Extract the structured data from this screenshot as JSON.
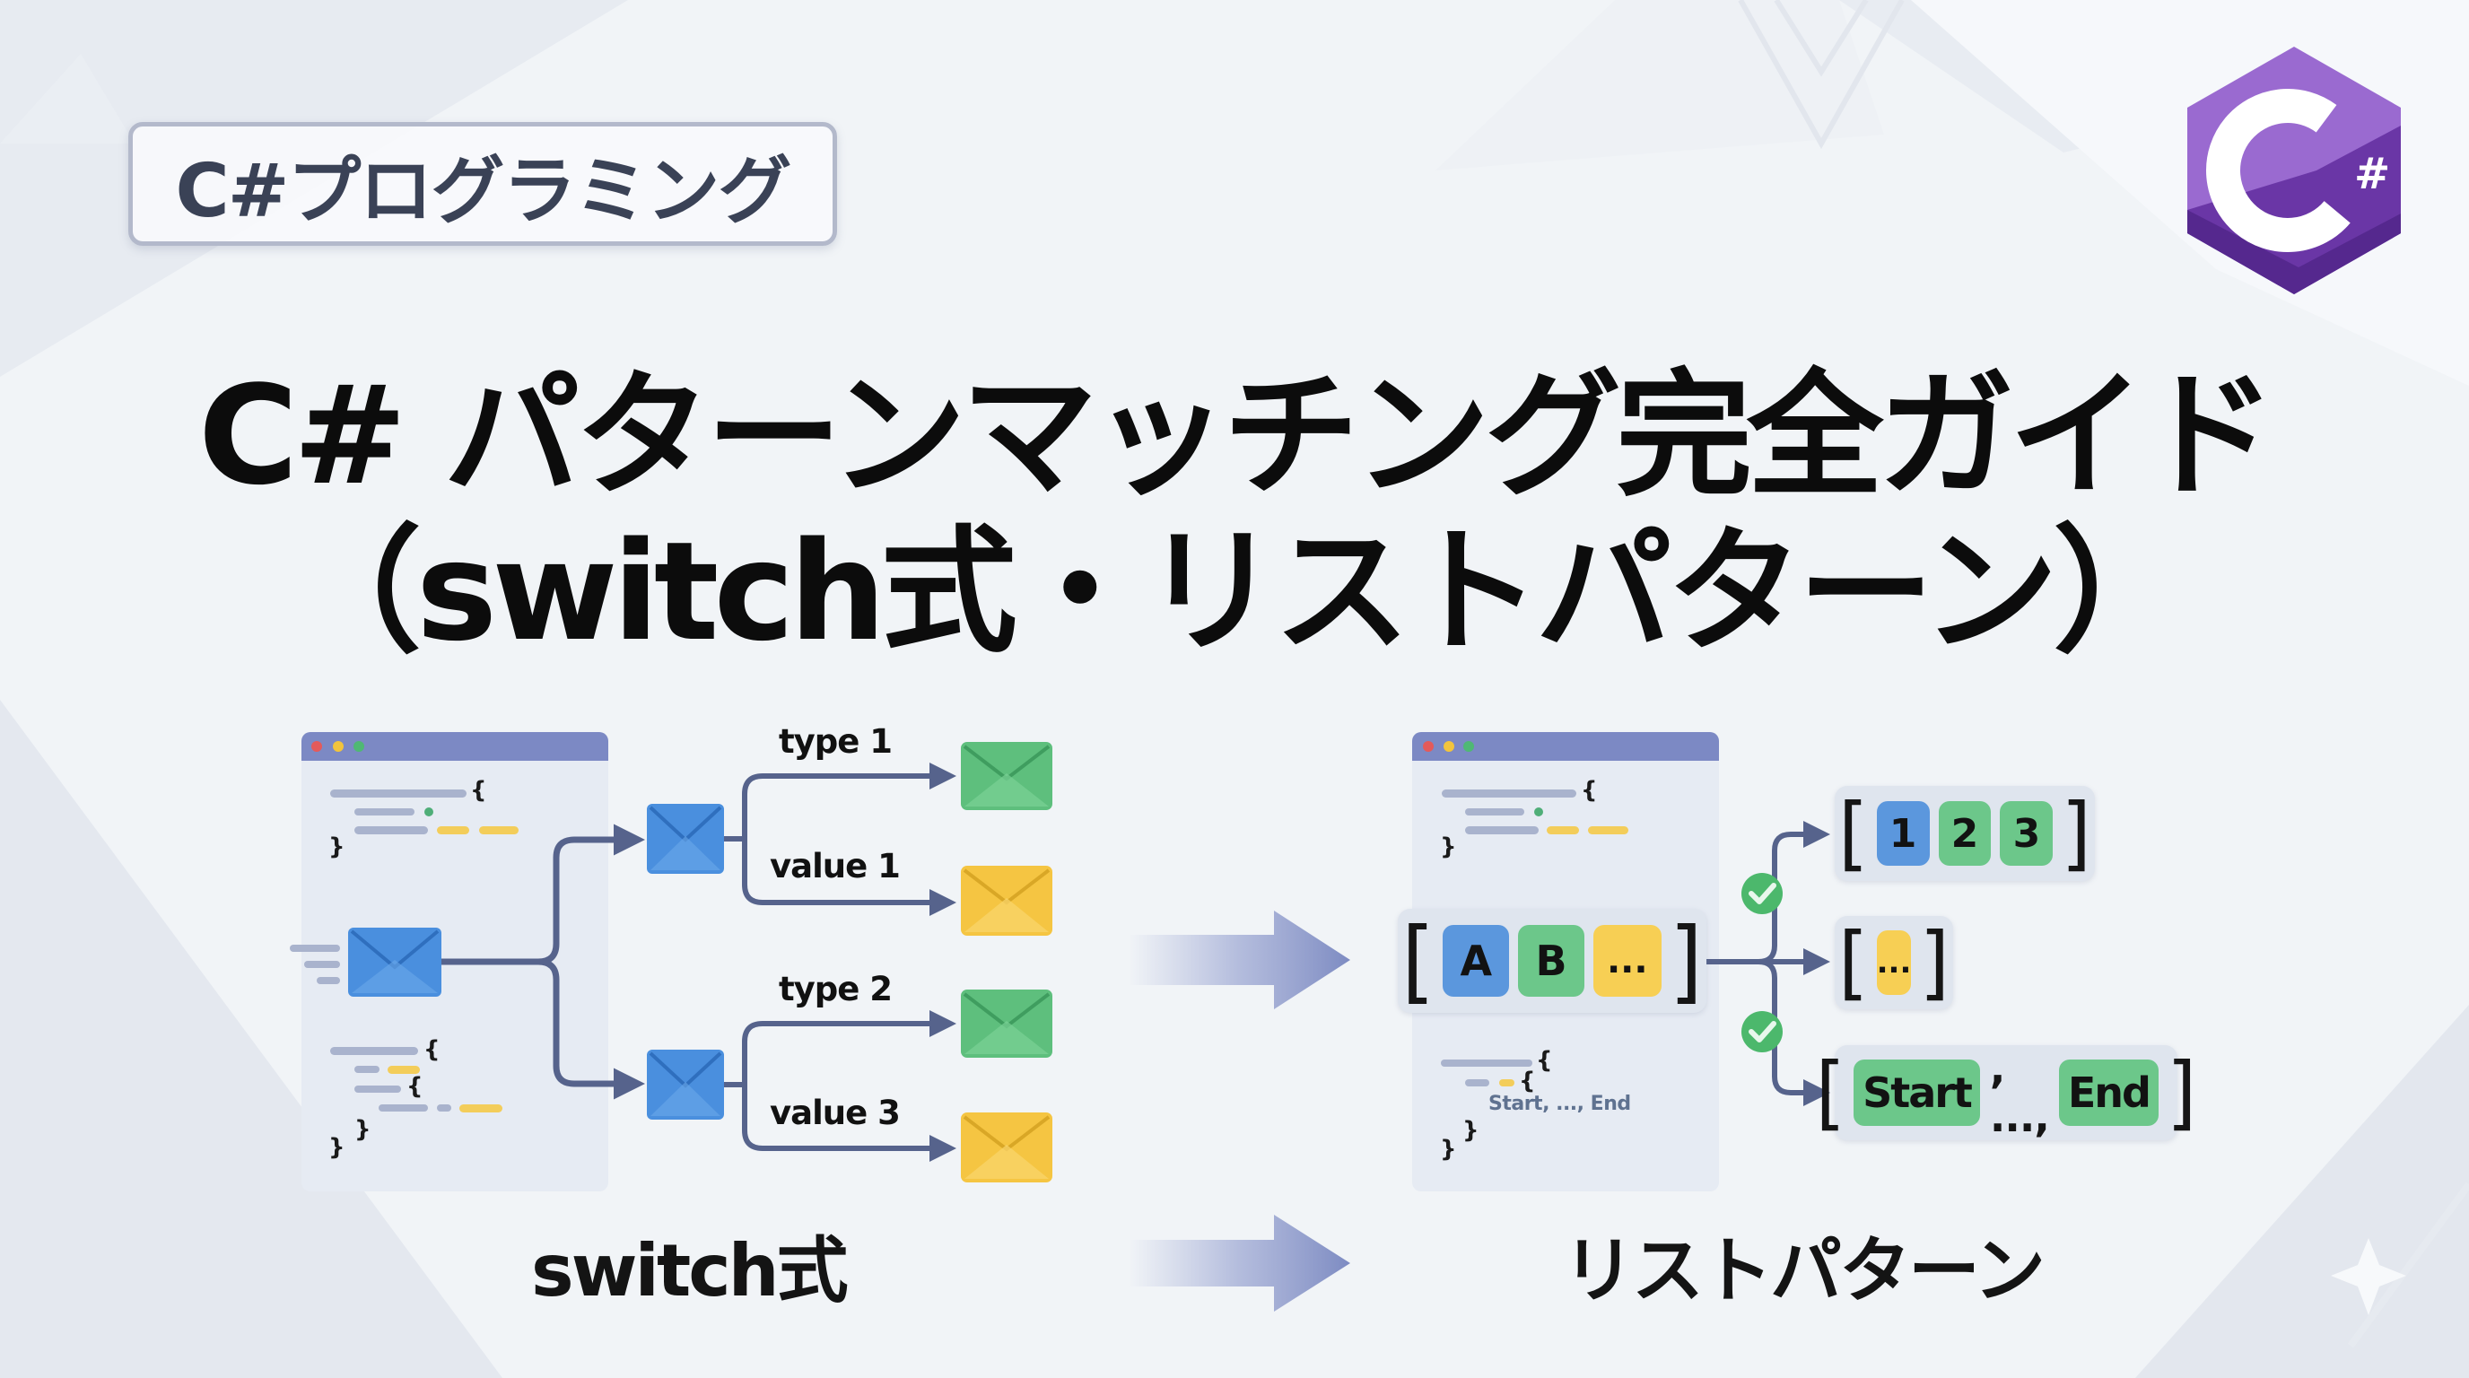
{
  "tag": {
    "label": "C#プログラミング"
  },
  "title": {
    "line1": "C# パターンマッチング完全ガイド",
    "line2": "（switch式・リストパターン）"
  },
  "logo": {
    "icon": "csharp-logo-icon",
    "letter": "C",
    "symbol": "#",
    "colors": {
      "light": "#9b6bd0",
      "mid": "#7b47b8",
      "dark": "#5a2a94"
    }
  },
  "switch_section": {
    "caption": "switch式",
    "branches": [
      {
        "label": "type 1",
        "result_color": "green"
      },
      {
        "label": "value 1",
        "result_color": "yellow"
      },
      {
        "label": "type 2",
        "result_color": "green"
      },
      {
        "label": "value 3",
        "result_color": "yellow"
      }
    ]
  },
  "list_section": {
    "caption": "リストパターン",
    "input": {
      "open": "[",
      "close": "]",
      "items": [
        "A",
        "B",
        "..."
      ]
    },
    "code_snippet": "Start, ..., End",
    "patterns": [
      {
        "items": [
          "1",
          "2",
          "3"
        ]
      },
      {
        "items": [
          "..."
        ]
      },
      {
        "items": [
          "Start",
          "End"
        ],
        "separator": ", ..., "
      }
    ],
    "brackets": {
      "open": "[",
      "close": "]"
    }
  },
  "code_braces": {
    "open": "{",
    "close": "}"
  },
  "colors": {
    "envelope_blue": "#4a90d9",
    "envelope_green": "#4fb874",
    "envelope_yellow": "#f5c542",
    "arrow_line": "#56638c",
    "window_bar": "#7c89c4",
    "check_green": "#4cb86c"
  }
}
